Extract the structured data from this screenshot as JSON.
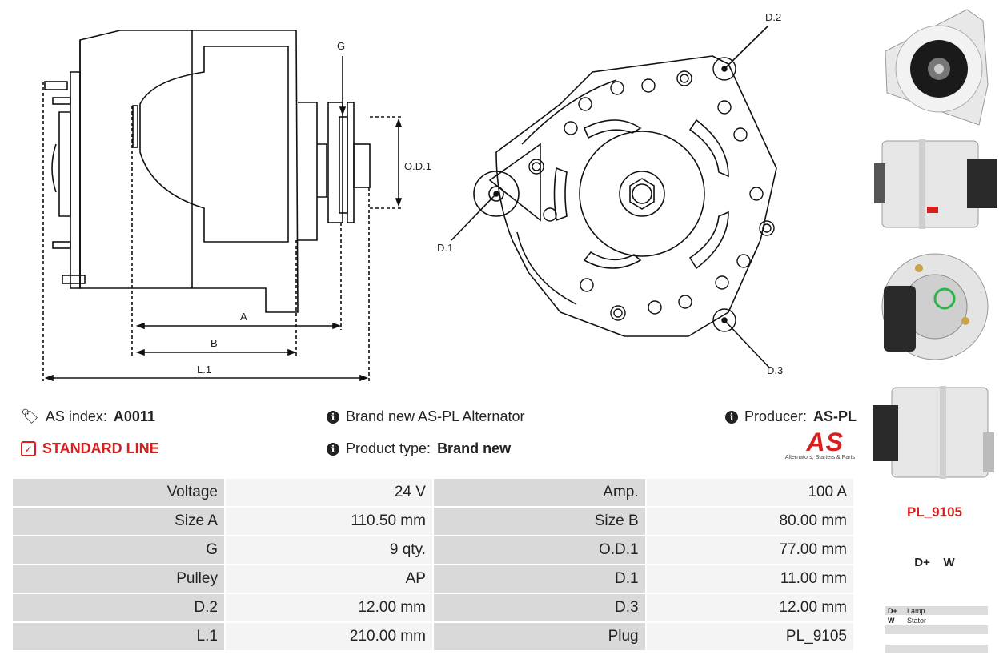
{
  "diagram_labels": {
    "g": "G",
    "od1": "O.D.1",
    "a": "A",
    "b": "B",
    "l1": "L.1",
    "d1": "D.1",
    "d2": "D.2",
    "d3": "D.3"
  },
  "info": {
    "as_index_label": "AS index:",
    "as_index_value": "A0011",
    "standard_line": "STANDARD LINE",
    "description": "Brand new AS-PL Alternator",
    "product_type_label": "Product type:",
    "product_type_value": "Brand new",
    "producer_label": "Producer:",
    "producer_value": "AS-PL",
    "logo_text": "AS",
    "logo_tagline": "Alternators, Starters & Parts"
  },
  "specs": [
    {
      "l1": "Voltage",
      "v1": "24 V",
      "l2": "Amp.",
      "v2": "100 A"
    },
    {
      "l1": "Size A",
      "v1": "110.50 mm",
      "l2": "Size B",
      "v2": "80.00 mm"
    },
    {
      "l1": "G",
      "v1": "9 qty.",
      "l2": "O.D.1",
      "v2": "77.00 mm"
    },
    {
      "l1": "Pulley",
      "v1": "AP",
      "l2": "D.1",
      "v2": "11.00 mm"
    },
    {
      "l1": "D.2",
      "v1": "12.00 mm",
      "l2": "D.3",
      "v2": "12.00 mm"
    },
    {
      "l1": "L.1",
      "v1": "210.00 mm",
      "l2": "Plug",
      "v2": "PL_9105"
    }
  ],
  "sidebar": {
    "plug_code": "PL_9105",
    "connectors": "D+    W",
    "legend": [
      {
        "key": "D+",
        "desc": "Lamp"
      },
      {
        "key": "W",
        "desc": "Stator"
      },
      {
        "key": "",
        "desc": ""
      },
      {
        "key": "",
        "desc": ""
      },
      {
        "key": "",
        "desc": ""
      }
    ]
  },
  "colors": {
    "accent_red": "#d81e1e",
    "label_bg": "#d9d9d9",
    "value_bg": "#f4f4f4"
  },
  "icons": [
    "tags-icon",
    "check-square-icon",
    "info-circle-icon"
  ]
}
